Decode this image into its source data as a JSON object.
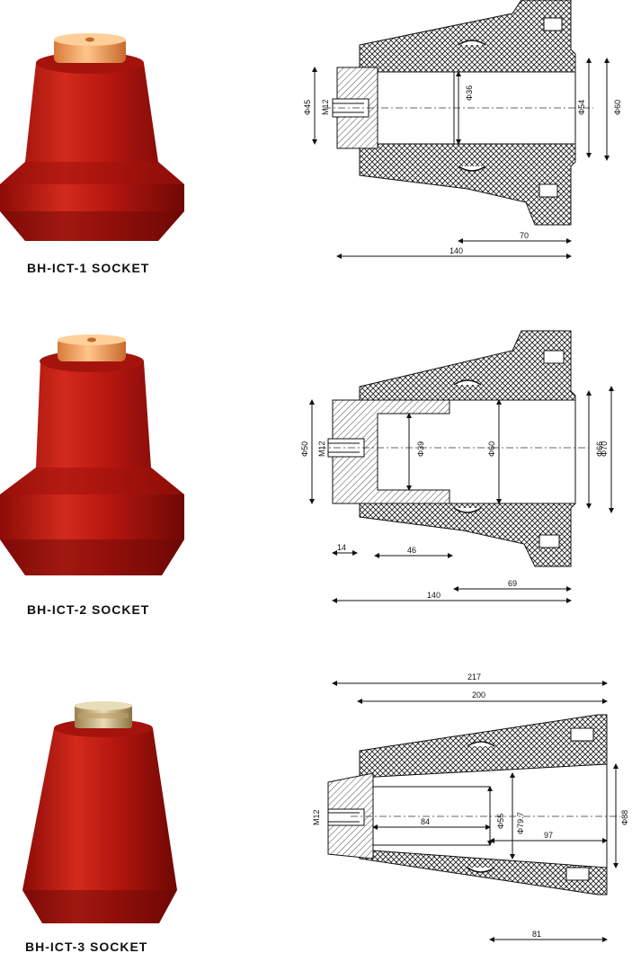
{
  "colors": {
    "insulator": "#b5160f",
    "insulator_dark": "#7a0a06",
    "cap": "#f0a060",
    "brass": "#c9a45a"
  },
  "products": [
    {
      "caption": "BH-ICT-1 SOCKET",
      "dims": {
        "d_outer": "Φ45",
        "thread": "M12",
        "d_bore": "Φ36",
        "d_mid": "Φ54",
        "d_mouth": "Φ60",
        "len_a": "70",
        "len_total": "140"
      }
    },
    {
      "caption": "BH-ICT-2 SOCKET",
      "dims": {
        "d_outer": "Φ50",
        "thread": "M12",
        "d_bore": "Φ39",
        "d_mid": "Φ60",
        "d_inner": "Φ66",
        "d_mouth": "Φ70",
        "len_a": "14",
        "len_b": "46",
        "len_c": "69",
        "len_total": "140"
      }
    },
    {
      "caption": "BH-ICT-3 SOCKET",
      "dims": {
        "len_top1": "217",
        "len_top2": "200",
        "thread": "M12",
        "len_bore": "84",
        "d_bore": "Φ55",
        "d_mid": "Φ79.7",
        "len_mid": "97",
        "d_mouth": "Φ88",
        "len_bottom": "81"
      }
    }
  ]
}
